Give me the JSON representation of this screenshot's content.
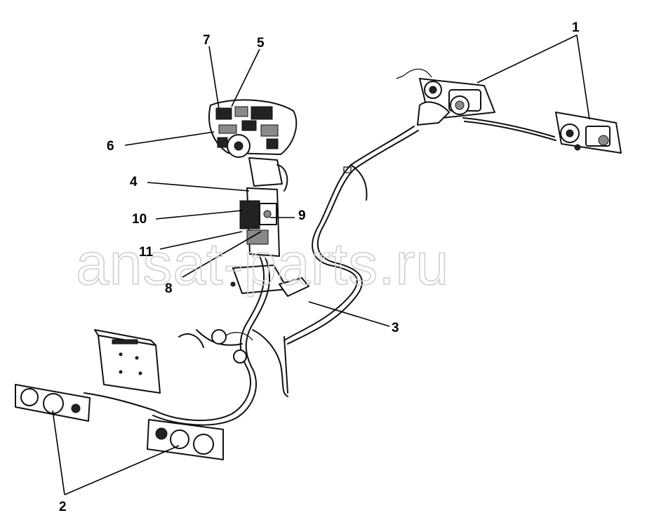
{
  "diagram": {
    "callouts": [
      "1",
      "2",
      "3",
      "4",
      "5",
      "6",
      "7",
      "8",
      "9",
      "10",
      "11"
    ],
    "watermark": "ansat-parts.ru"
  }
}
